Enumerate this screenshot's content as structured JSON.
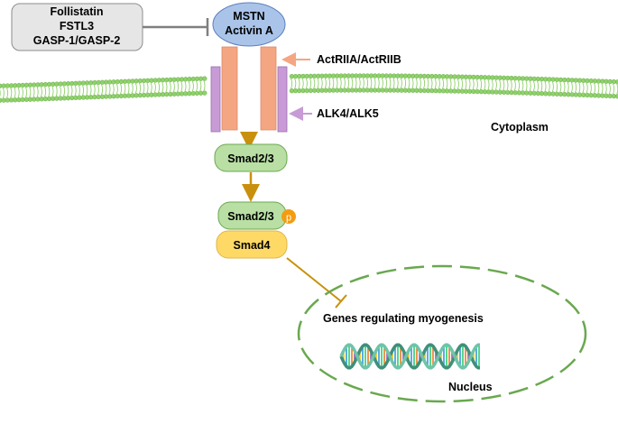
{
  "inhibitors": [
    "Follistatin",
    "FSTL3",
    "GASP-1/GASP-2"
  ],
  "ligand": [
    "MSTN",
    "Activin A"
  ],
  "receptor_type2_label": "ActRIIA/ActRIIB",
  "receptor_type1_label": "ALK4/ALK5",
  "cytoplasm_label": "Cytoplasm",
  "smad23_label": "Smad2/3",
  "smad23p_label": "Smad2/3",
  "phospho_label": "p",
  "smad4_label": "Smad4",
  "genes_label": "Genes regulating myogenesis",
  "nucleus_label": "Nucleus",
  "colors": {
    "ligand_fill": "#a9c4e8",
    "ligand_stroke": "#5b7fbf",
    "type2_receptor": "#f4a582",
    "type1_receptor": "#c99bd6",
    "smad_fill": "#b9dfa4",
    "smad_stroke": "#6aa84f",
    "smad4_fill": "#ffd966",
    "smad4_stroke": "#e0b54a",
    "phospho": "#f39c12",
    "arrow": "#c8900c",
    "membrane": "#8fd16b",
    "inhibitor_fill": "#e6e6e6",
    "inhibitor_stroke": "#8c8c8c",
    "nucleus": "#6aa84f"
  }
}
